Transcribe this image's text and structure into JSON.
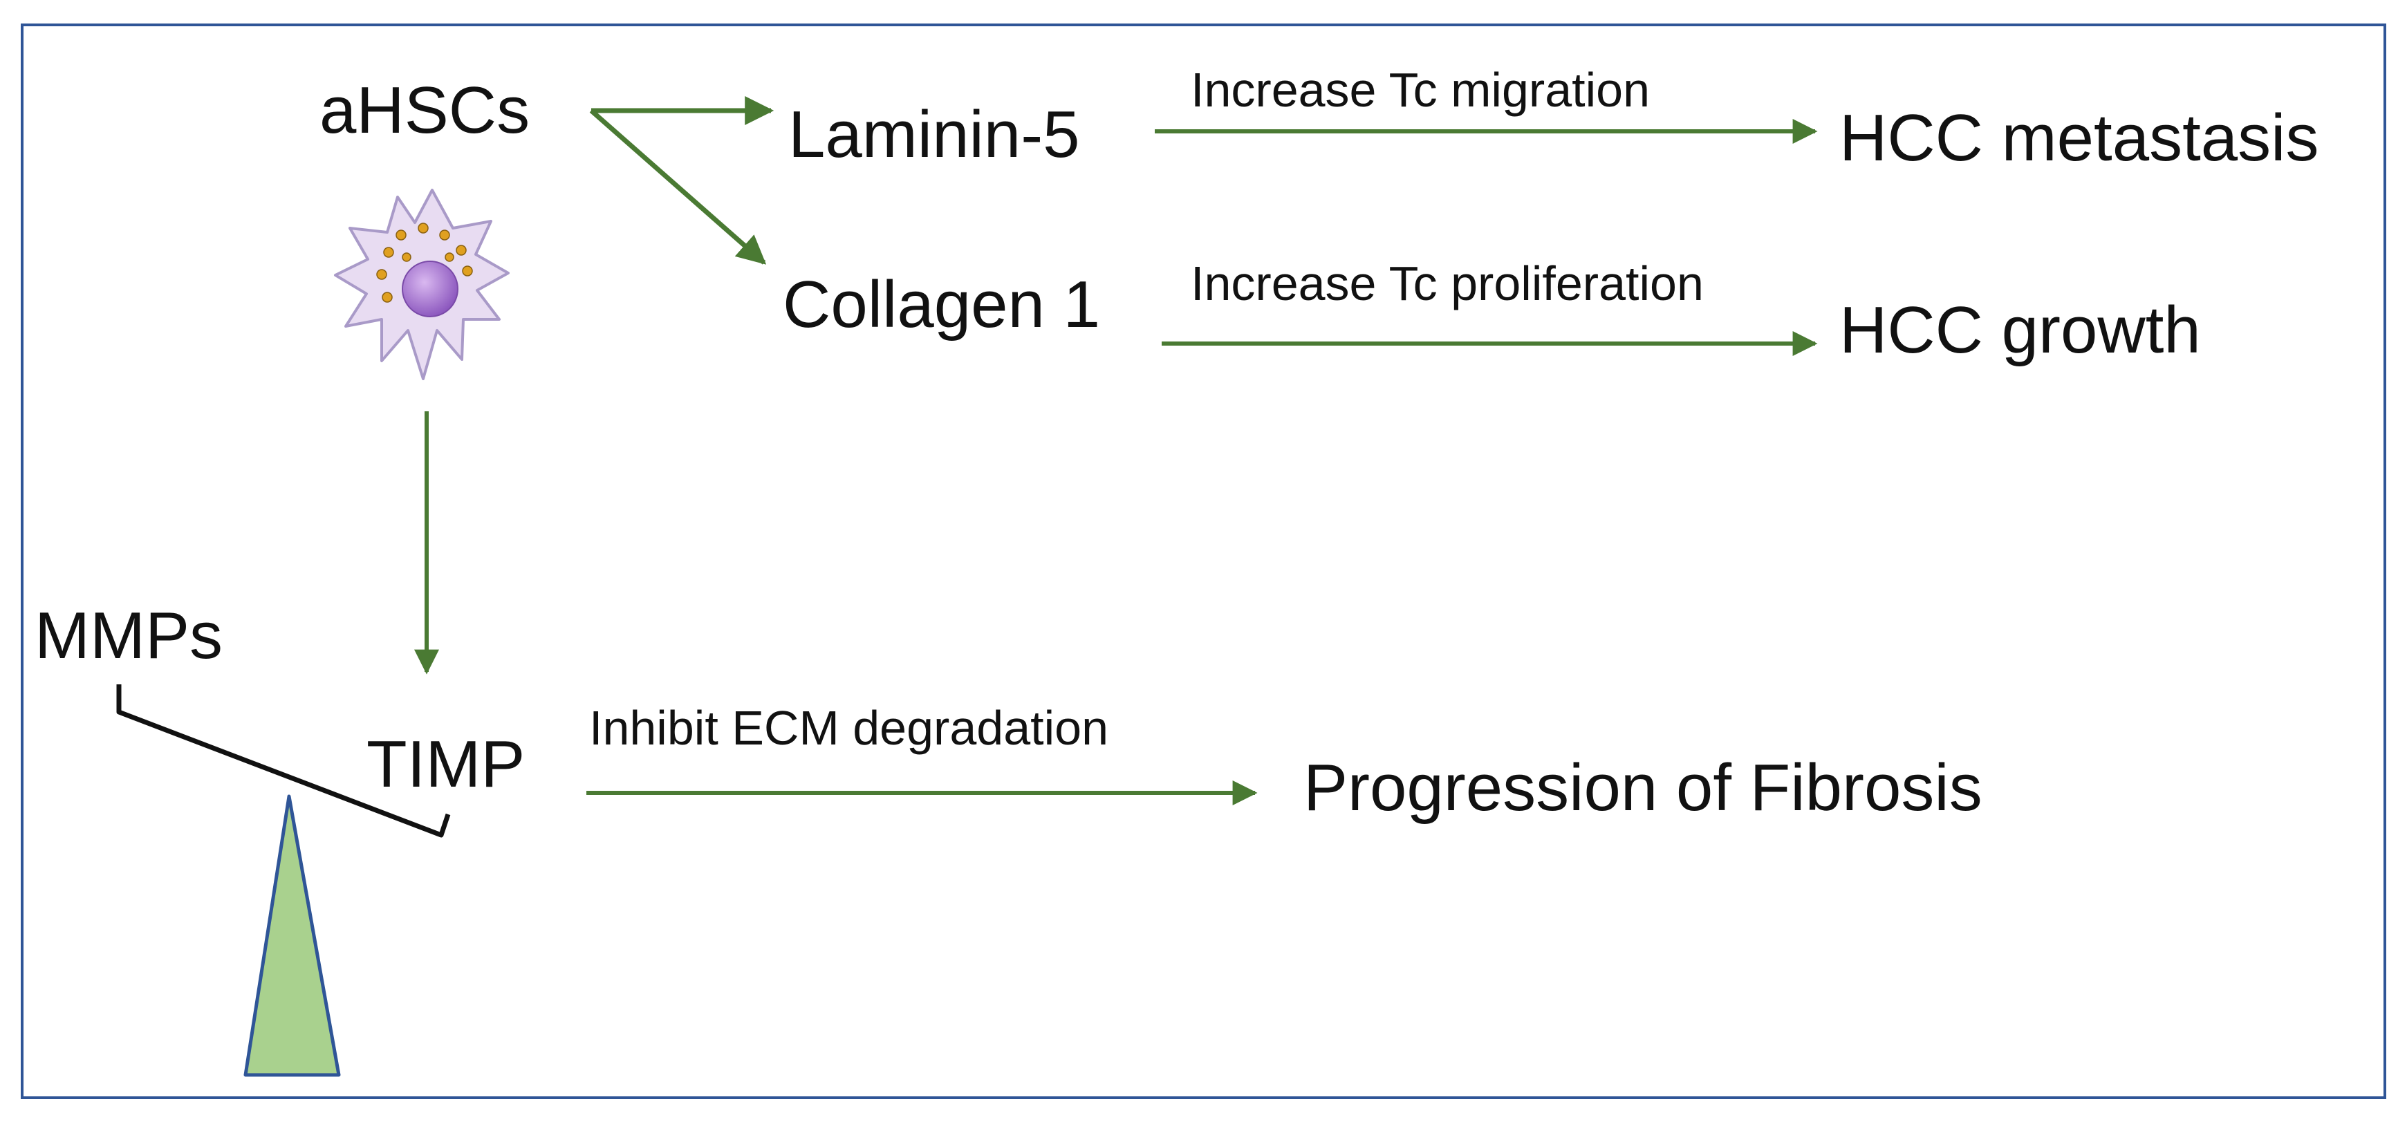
{
  "nodes": {
    "ahscs": "aHSCs",
    "laminin": "Laminin-5",
    "collagen": "Collagen 1",
    "hcc_metastasis": "HCC metastasis",
    "hcc_growth": "HCC growth",
    "mmps": "MMPs",
    "timp": "TIMP",
    "fibrosis": "Progression of Fibrosis"
  },
  "edges": {
    "laminin_to_metastasis": "Increase Tc migration",
    "collagen_to_growth": "Increase Tc proliferation",
    "timp_to_fibrosis": "Inhibit ECM degradation"
  },
  "icons": {
    "cell": "stellate-cell-icon",
    "balance": "balance-scale-icon"
  },
  "colors": {
    "frame": "#2f5597",
    "arrow": "#4a7a33",
    "cell_body": "#e8dcf2",
    "cell_outline": "#a99ac8",
    "nucleus": "#9b6bc8",
    "granule": "#e0a020",
    "fulcrum": "#a9d18e",
    "fulcrum_outline": "#2f5597"
  }
}
